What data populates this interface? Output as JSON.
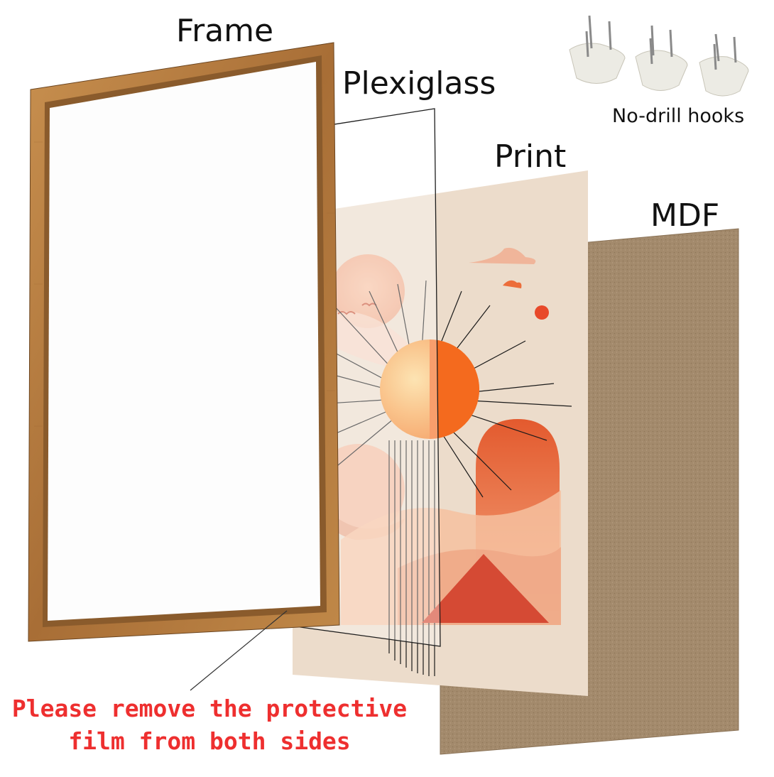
{
  "labels": {
    "frame": "Frame",
    "plexiglass": "Plexiglass",
    "print": "Print",
    "mdf": "MDF",
    "hooks": "No-drill hooks"
  },
  "notice": {
    "line1": "Please remove the protective",
    "line2": "film from both sides",
    "color": "#ee2f2f"
  },
  "colors": {
    "frame_wood": "#b27a3f",
    "mdf_board": "#a38a6c",
    "print_background": "#ecdccb",
    "sun_orange": "#f46a1e",
    "triangle_red": "#d54a34"
  }
}
